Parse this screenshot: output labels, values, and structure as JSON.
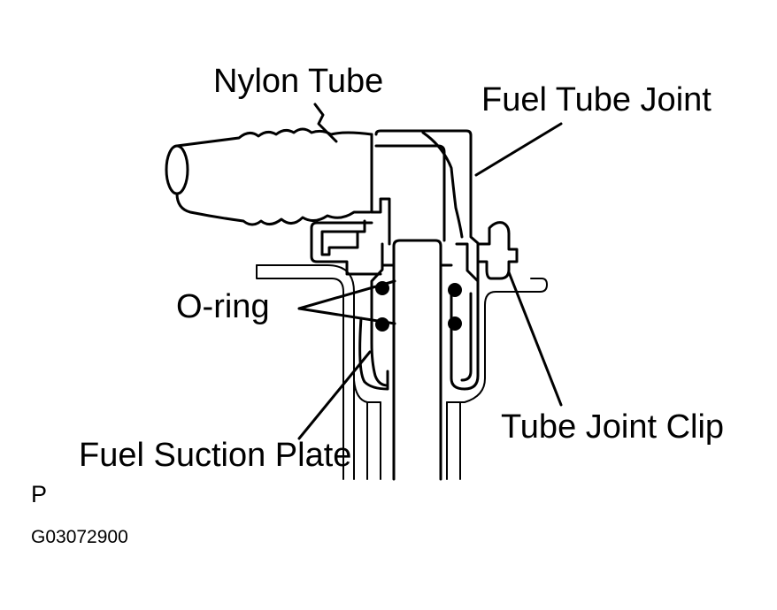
{
  "diagram": {
    "labels": {
      "nylon_tube": "Nylon Tube",
      "fuel_tube_joint": "Fuel Tube Joint",
      "o_ring": "O-ring",
      "tube_joint_clip": "Tube Joint Clip",
      "fuel_suction_plate": "Fuel Suction Plate"
    },
    "marker": "P",
    "figure_code": "G03072900"
  }
}
